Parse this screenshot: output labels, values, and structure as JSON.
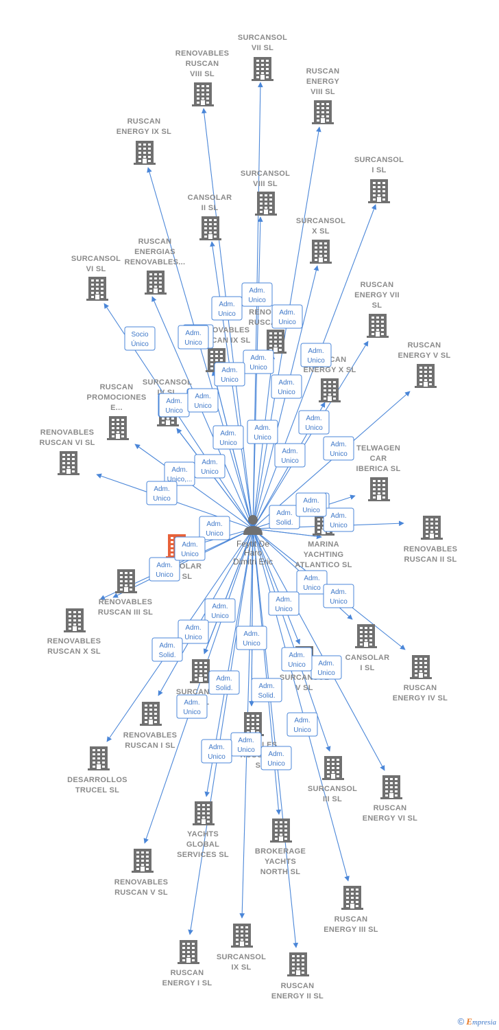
{
  "center": {
    "id": "center",
    "name_lines": [
      "Feytit De",
      "Haro",
      "Dimitri Eric"
    ]
  },
  "nodes": [
    {
      "id": "surcansol7",
      "lines": [
        "SURCANSOL",
        "VII  SL"
      ]
    },
    {
      "id": "renovables8",
      "lines": [
        "RENOVABLES",
        "RUSCAN",
        "VIII  SL"
      ]
    },
    {
      "id": "ruscanenergy8",
      "lines": [
        "RUSCAN",
        "ENERGY",
        "VIII  SL"
      ]
    },
    {
      "id": "ruscanenergy9",
      "lines": [
        "RUSCAN",
        "ENERGY IX  SL"
      ]
    },
    {
      "id": "surcansol1",
      "lines": [
        "SURCANSOL",
        "I  SL"
      ]
    },
    {
      "id": "surcansol8",
      "lines": [
        "SURCANSOL",
        "VIII  SL"
      ]
    },
    {
      "id": "cansolar2",
      "lines": [
        "CANSOLAR",
        "II  SL"
      ]
    },
    {
      "id": "surcansolx",
      "lines": [
        "SURCANSOL",
        "X  SL"
      ]
    },
    {
      "id": "ruscanenergias",
      "lines": [
        "RUSCAN",
        "ENERGIAS",
        "RENOVABLES..."
      ]
    },
    {
      "id": "surcansol6",
      "lines": [
        "SURCANSOL",
        "VI  SL"
      ]
    },
    {
      "id": "ruscanenergy7",
      "lines": [
        "RUSCAN",
        "ENERGY VII",
        "SL"
      ]
    },
    {
      "id": "renovablesruscanx2",
      "lines": [
        "RENOVABLES",
        "RUSCAN IX  SL"
      ]
    },
    {
      "id": "ruscanenergyv",
      "lines": [
        "RUSCAN",
        "ENERGY V  SL"
      ]
    },
    {
      "id": "renovablesmid",
      "lines": [
        "RENOV...",
        "RUSCA..."
      ]
    },
    {
      "id": "ruscanenergyx",
      "lines": [
        "RUSCAN",
        "ENERGY X  SL"
      ]
    },
    {
      "id": "surcansoliv",
      "lines": [
        "SURCANSOL",
        "IV  SL"
      ]
    },
    {
      "id": "ruscanpromociones",
      "lines": [
        "RUSCAN",
        "PROMOCIONES",
        "E..."
      ]
    },
    {
      "id": "renovablesruscanvi",
      "lines": [
        "RENOVABLES",
        "RUSCAN VI  SL"
      ]
    },
    {
      "id": "telwagen",
      "lines": [
        "TELWAGEN",
        "CAR",
        "IBERICA  SL"
      ]
    },
    {
      "id": "marina",
      "lines": [
        "MARINA",
        "YACHTING",
        "ATLANTICO  SL"
      ]
    },
    {
      "id": "renovablesruscanii",
      "lines": [
        "RENOVABLES",
        "RUSCAN II  SL"
      ]
    },
    {
      "id": "cansolarorange",
      "lines": [
        "...OLAR",
        "SL"
      ]
    },
    {
      "id": "renovablesruscaniii",
      "lines": [
        "RENOVABLES",
        "RUSCAN III  SL"
      ]
    },
    {
      "id": "renovablesruscanx",
      "lines": [
        "RENOVABLES",
        "RUSCAN X  SL"
      ]
    },
    {
      "id": "cansolari",
      "lines": [
        "CANSOLAR",
        "I  SL"
      ]
    },
    {
      "id": "ruscanenergyiv",
      "lines": [
        "RUSCAN",
        "ENERGY IV  SL"
      ]
    },
    {
      "id": "surcansolii",
      "lines": [
        "SURCANSOL",
        "II  SL"
      ]
    },
    {
      "id": "surcansolv",
      "lines": [
        "SURCANSOL",
        "V  SL"
      ]
    },
    {
      "id": "renovablesruscani",
      "lines": [
        "RENOVABLES",
        "RUSCAN I  SL"
      ]
    },
    {
      "id": "desarrollos",
      "lines": [
        "DESARROLLOS",
        "TRUCEL  SL"
      ]
    },
    {
      "id": "renovablesmid2",
      "lines": [
        "...ABLES",
        "RUSCAN...",
        "SL"
      ]
    },
    {
      "id": "surcansoliii",
      "lines": [
        "SURCANSOL",
        "III  SL"
      ]
    },
    {
      "id": "ruscanenergyvi",
      "lines": [
        "RUSCAN",
        "ENERGY VI  SL"
      ]
    },
    {
      "id": "yachtsglobal",
      "lines": [
        "YACHTS",
        "GLOBAL",
        "SERVICES  SL"
      ]
    },
    {
      "id": "brokerage",
      "lines": [
        "BROKERAGE",
        "YACHTS",
        "NORTH  SL"
      ]
    },
    {
      "id": "renovablesruscanv",
      "lines": [
        "RENOVABLES",
        "RUSCAN V  SL"
      ]
    },
    {
      "id": "ruscanenergyiii",
      "lines": [
        "RUSCAN",
        "ENERGY III  SL"
      ]
    },
    {
      "id": "surcansolix",
      "lines": [
        "SURCANSOL",
        "IX  SL"
      ]
    },
    {
      "id": "ruscanenergyi",
      "lines": [
        "RUSCAN",
        "ENERGY I  SL"
      ]
    },
    {
      "id": "ruscanenergyii",
      "lines": [
        "RUSCAN",
        "ENERGY II  SL"
      ]
    }
  ],
  "relations": [
    {
      "to": "surcansol7",
      "lines": [
        "Adm.",
        "Unico"
      ]
    },
    {
      "to": "renovables8",
      "lines": [
        "Adm.",
        "Unico"
      ]
    },
    {
      "to": "ruscanenergy8",
      "lines": [
        "Adm.",
        "Unico"
      ]
    },
    {
      "to": "ruscanenergy9",
      "lines": [
        "Adm.",
        "Unico"
      ]
    },
    {
      "to": "surcansol1",
      "lines": [
        "Adm.",
        "Unico"
      ]
    },
    {
      "to": "surcansol8",
      "lines": [
        "Adm.",
        "Unico"
      ]
    },
    {
      "to": "cansolar2",
      "lines": [
        "Adm.",
        "Unico"
      ]
    },
    {
      "to": "surcansolx",
      "lines": [
        "Adm.",
        "Unico"
      ]
    },
    {
      "to": "ruscanenergias",
      "lines": [
        "Socio",
        "Único"
      ]
    },
    {
      "to": "surcansol6",
      "lines": [
        "Adm.",
        "Unico"
      ]
    },
    {
      "to": "ruscanenergy7",
      "lines": [
        "Adm.",
        "Unico"
      ]
    },
    {
      "to": "renovablesruscanx2",
      "lines": [
        "Adm.",
        "Unico"
      ]
    },
    {
      "to": "ruscanenergyv",
      "lines": [
        "Adm.",
        "Unico"
      ]
    },
    {
      "to": "renovablesmid",
      "lines": [
        "Adm.",
        "Unico"
      ]
    },
    {
      "to": "ruscanenergyx",
      "lines": [
        "Adm.",
        "Unico"
      ]
    },
    {
      "to": "surcansoliv",
      "lines": [
        "Adm.",
        "Unico"
      ]
    },
    {
      "to": "ruscanpromociones",
      "lines": [
        "Adm.",
        "Unico"
      ]
    },
    {
      "to": "renovablesruscanvi",
      "lines": [
        "Adm.",
        "Unico,..."
      ]
    },
    {
      "to": "telwagen",
      "lines": [
        "Adm.",
        "Solid."
      ]
    },
    {
      "to": "marina",
      "lines": [
        "Adm.",
        "Solid."
      ]
    },
    {
      "to": "renovablesruscanii",
      "lines": [
        "Adm.",
        "Unico"
      ]
    },
    {
      "to": "cansolarorange",
      "lines": [
        "Adm.",
        "Unico"
      ]
    },
    {
      "to": "renovablesruscaniii",
      "lines": [
        "Adm.",
        "Unico"
      ]
    },
    {
      "to": "renovablesruscanx",
      "lines": [
        "Adm.",
        "Unico"
      ]
    },
    {
      "to": "cansolari",
      "lines": [
        "Adm.",
        "Unico"
      ]
    },
    {
      "to": "ruscanenergyiv",
      "lines": [
        "Adm.",
        "Unico"
      ]
    },
    {
      "to": "surcansolii",
      "lines": [
        "Adm.",
        "Unico"
      ]
    },
    {
      "to": "surcansolv",
      "lines": [
        "Adm.",
        "Unico"
      ]
    },
    {
      "to": "renovablesruscani",
      "lines": [
        "Adm.",
        "Unico"
      ]
    },
    {
      "to": "desarrollos",
      "lines": [
        "Adm.",
        "Solid."
      ]
    },
    {
      "to": "renovablesmid2",
      "lines": [
        "Adm.",
        "Solid."
      ]
    },
    {
      "to": "surcansoliii",
      "lines": [
        "Adm.",
        "Unico"
      ]
    },
    {
      "to": "ruscanenergyvi",
      "lines": [
        "Adm.",
        "Unico"
      ]
    },
    {
      "to": "yachtsglobal",
      "lines": [
        "Adm.",
        "Unico"
      ]
    },
    {
      "to": "brokerage",
      "lines": [
        "Adm.",
        "Unico"
      ]
    },
    {
      "to": "renovablesruscanv",
      "lines": [
        "Adm.",
        "Unico"
      ]
    },
    {
      "to": "ruscanenergyiii",
      "lines": [
        "Adm.",
        "Unico"
      ]
    },
    {
      "to": "surcansolix",
      "lines": [
        "Adm.",
        "Solid."
      ]
    },
    {
      "to": "ruscanenergyi",
      "lines": [
        "Adm.",
        "Unico"
      ]
    },
    {
      "to": "ruscanenergyii",
      "lines": [
        "Adm.",
        "Unico"
      ]
    },
    {
      "to": "surcansolii",
      "lines": [
        "Adm.",
        "Unico"
      ]
    },
    {
      "to": "renovablesmid2",
      "lines": [
        "Adm.",
        "Unico"
      ]
    },
    {
      "to": "renovablesruscanx2",
      "lines": [
        "Adm.",
        "Unico"
      ]
    },
    {
      "to": "surcansoliv",
      "lines": [
        "Adm.",
        "Unico"
      ]
    },
    {
      "to": "marina",
      "lines": [
        "Adm.",
        "Unico"
      ]
    }
  ],
  "colors": {
    "edge": "#4a86d8",
    "building": "#707070",
    "building_highlight": "#e8623a",
    "person": "#707070"
  },
  "footer": {
    "copyright": "©",
    "brand_e": "E",
    "brand_rest": "mpresia"
  }
}
